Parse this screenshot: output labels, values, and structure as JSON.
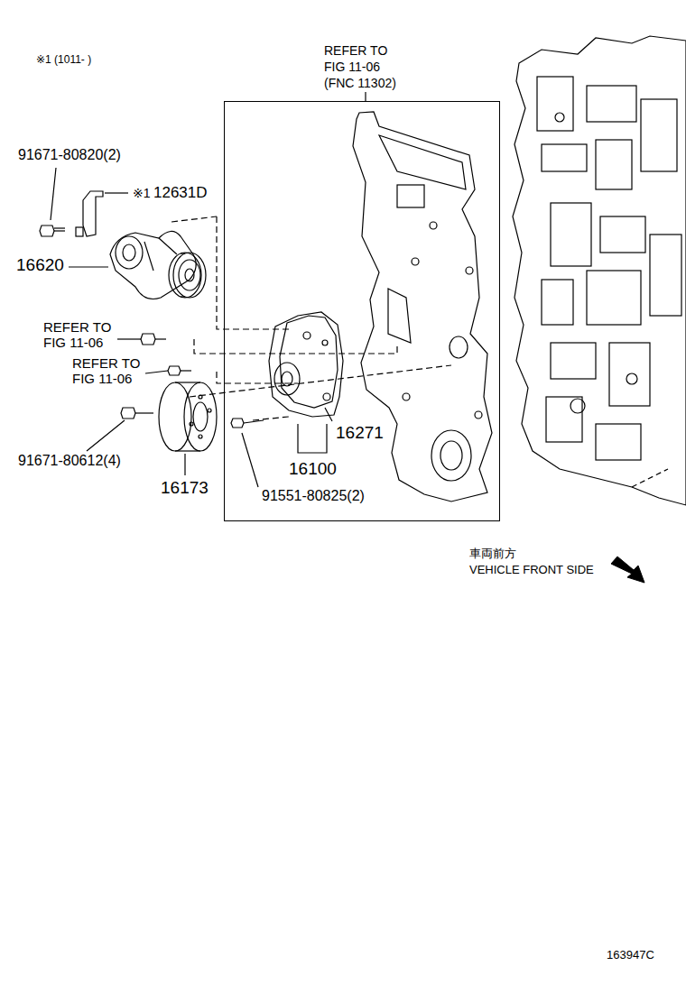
{
  "diagram": {
    "nodes": [
      {
        "text": [
          "REFER TO FIG 11-06 (FNC 11302)"
        ]
      }
    ],
    "labels": [
      "※1 (1011-   )",
      "91671-80820(2)",
      "※1",
      "12631D",
      "16620",
      "REFER TO FIG 11-06",
      "REFER TO FIG 11-06",
      "91671-80612(4)",
      "16173",
      "16271",
      "16100",
      "91551-80825(2)",
      "車両前方",
      "VEHICLE FRONT SIDE",
      "163947C"
    ]
  }
}
